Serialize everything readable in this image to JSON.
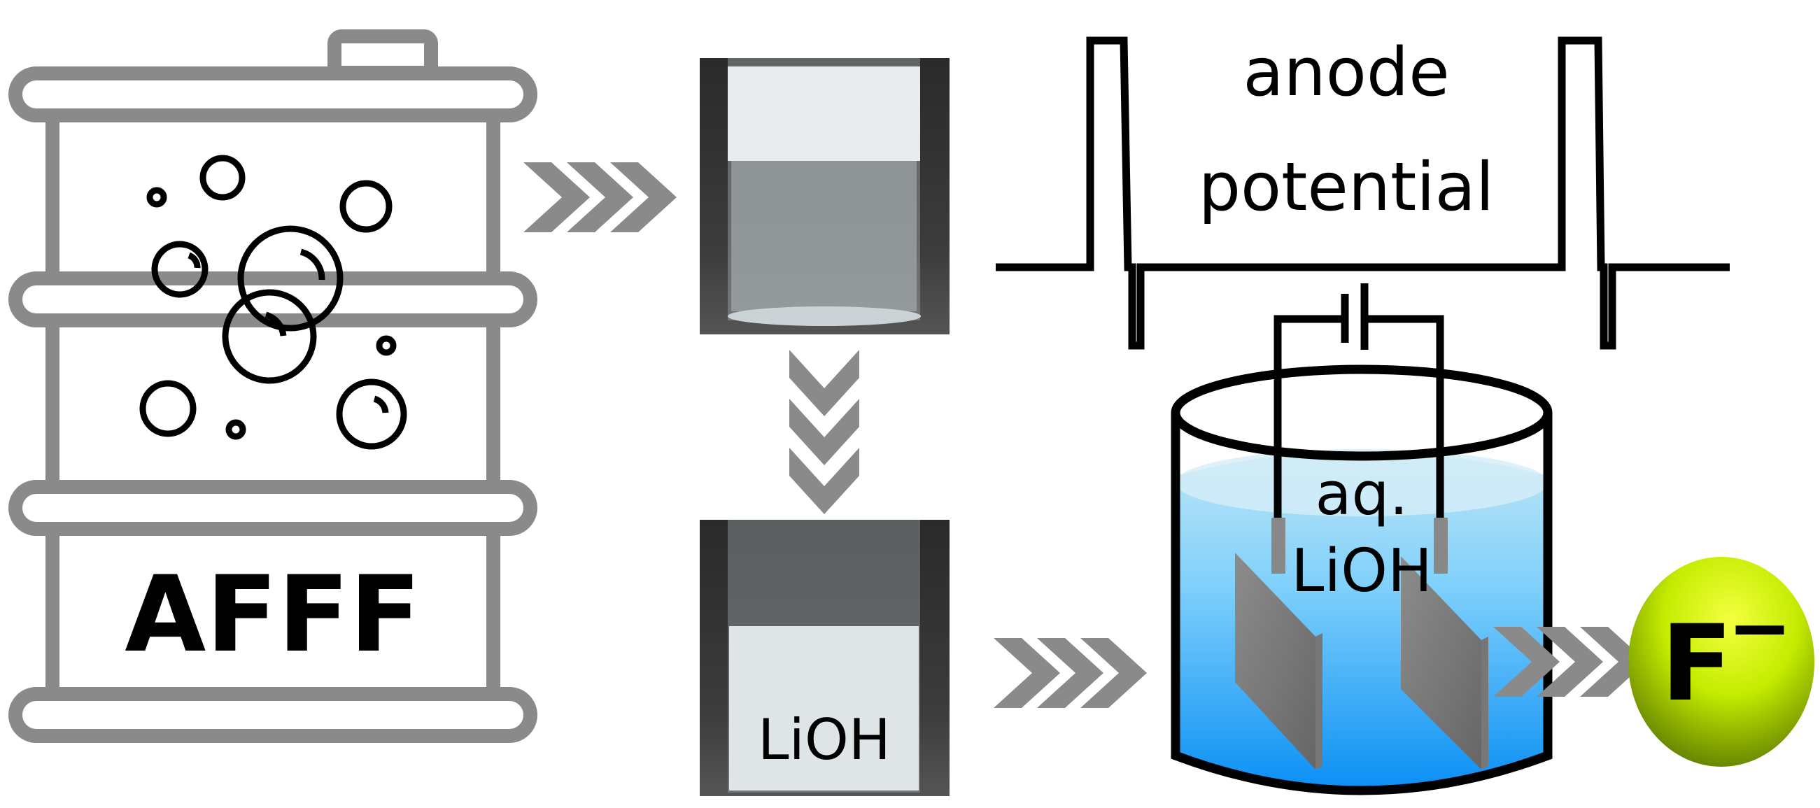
{
  "barrel": {
    "label": "AFFF"
  },
  "photos": {
    "bottom_label": "LiOH"
  },
  "waveform": {
    "line1": "anode",
    "line2": "potential"
  },
  "beaker": {
    "line1": "aq.",
    "line2": "LiOH"
  },
  "product": {
    "symbol": "F",
    "charge": "−"
  },
  "colors": {
    "gray": "#8a8a8a",
    "water_top": "#d4eef8",
    "water_bottom": "#0a8ff5",
    "ion": "#c8f000"
  }
}
